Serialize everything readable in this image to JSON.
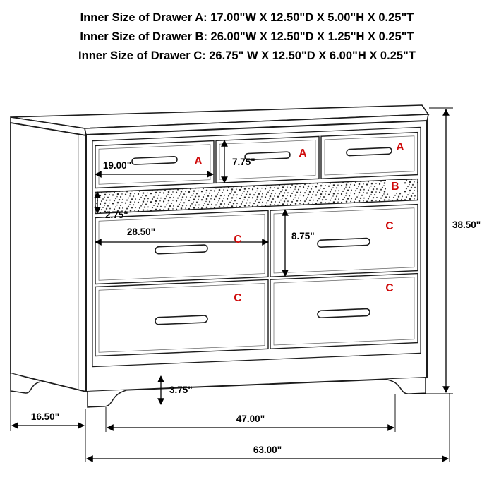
{
  "header": {
    "lines": [
      "Inner Size of Drawer A: 17.00\"W X 12.50\"D X 5.00\"H X 0.25\"T",
      "Inner Size of Drawer B: 26.00\"W X 12.50\"D X 1.25\"H X 0.25\"T",
      "Inner Size of Drawer C: 26.75\" W X 12.50\"D X 6.00\"H X 0.25\"T"
    ]
  },
  "diagram": {
    "type": "furniture-dimension-diagram",
    "subject": "7-drawer dresser with sparkle jewelry band, line drawing with measurements",
    "letters": {
      "a1": "A",
      "a2": "A",
      "a3": "A",
      "b": "B",
      "c1": "C",
      "c2": "C",
      "c3": "C",
      "c4": "C"
    },
    "dims": {
      "drawer_a_width": "19.00\"",
      "drawer_a_front_height": "7.75\"",
      "band_front_height": "2.75\"",
      "drawer_c_width": "28.50\"",
      "drawer_c_front_height": "8.75\"",
      "overall_height": "38.50\"",
      "foot_height": "3.75\"",
      "side_depth": "16.50\"",
      "feet_span": "47.00\"",
      "overall_width": "63.00\""
    },
    "colors": {
      "line": "#1c1c1c",
      "letters": "#cf0a0a",
      "dimension_text": "#000000",
      "background": "#ffffff"
    }
  }
}
